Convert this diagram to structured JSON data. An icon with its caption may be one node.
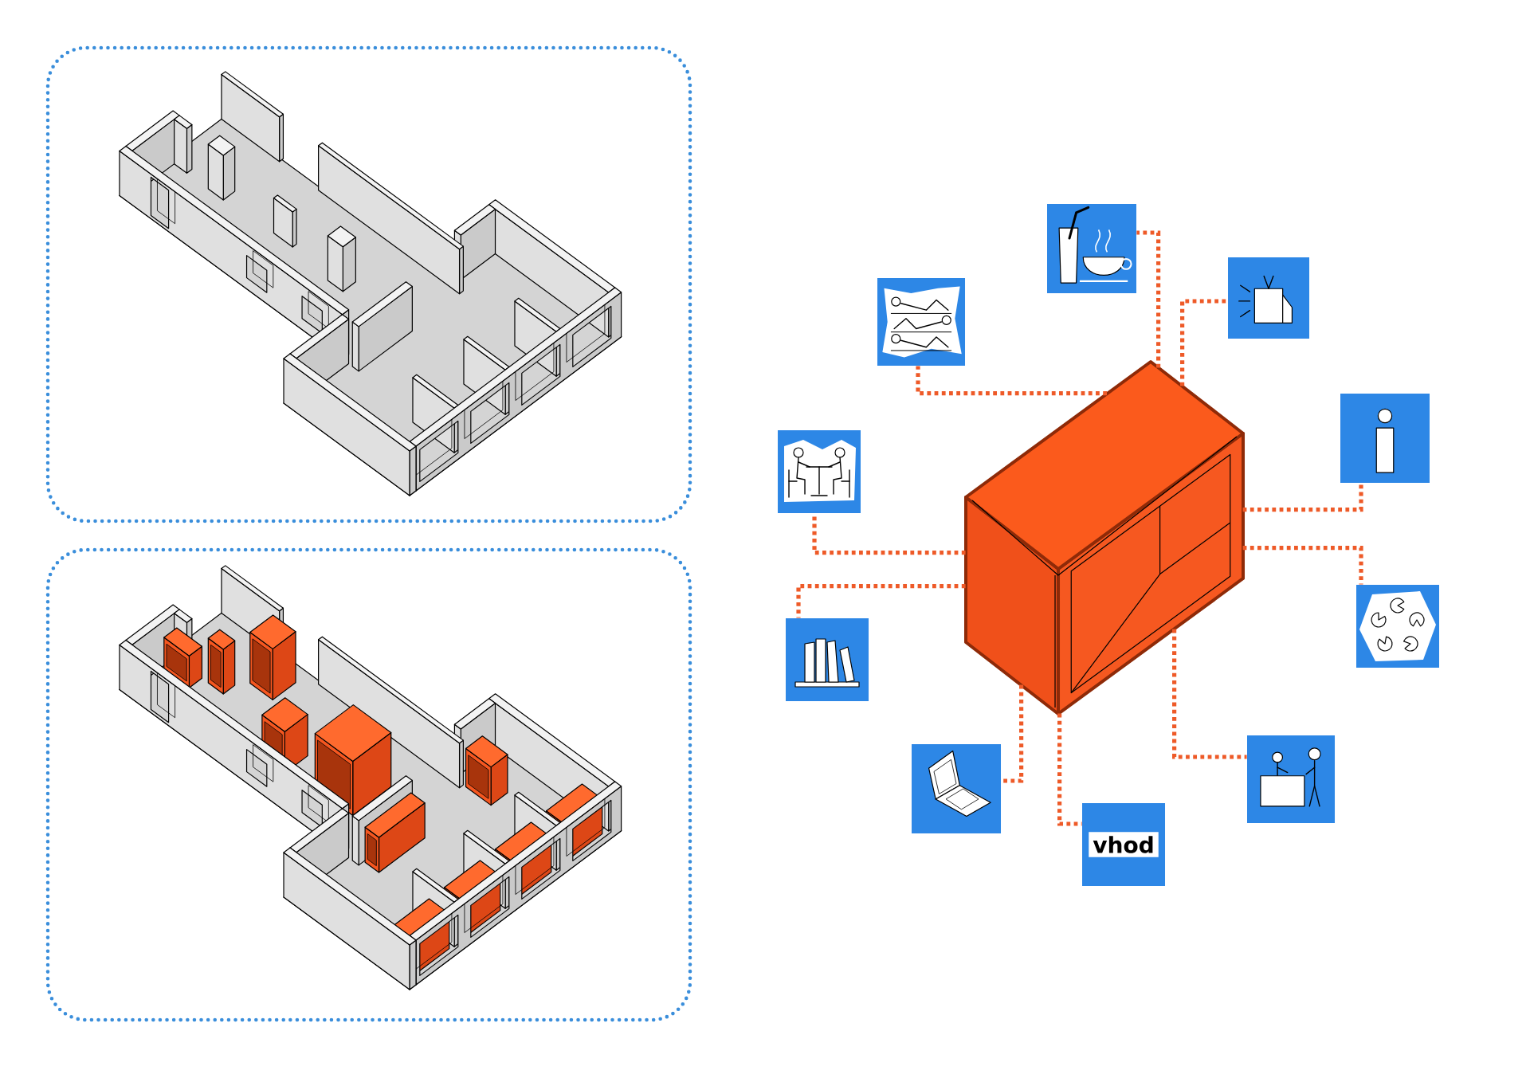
{
  "diagram": {
    "nodes": [
      {
        "text": [],
        "shape": "picture"
      },
      {
        "text": [],
        "shape": "picture"
      },
      {
        "text": [],
        "shape": "picture"
      },
      {
        "text": [],
        "shape": "picture"
      },
      {
        "text": [],
        "shape": "box"
      },
      {
        "text": [],
        "shape": "picture"
      },
      {
        "text": [],
        "shape": "picture"
      },
      {
        "text": [],
        "shape": "picture"
      },
      {
        "text": [],
        "shape": "picture"
      },
      {
        "text": [
          "vhod"
        ]
      },
      {
        "text": [],
        "shape": "picture"
      }
    ],
    "edges": [
      {
        "from": 4,
        "to": 0,
        "arrow": "none"
      },
      {
        "from": 4,
        "to": 1,
        "arrow": "none"
      },
      {
        "from": 4,
        "to": 2,
        "arrow": "none"
      },
      {
        "from": 4,
        "to": 3,
        "arrow": "none"
      },
      {
        "from": 4,
        "to": 5,
        "arrow": "none"
      },
      {
        "from": 4,
        "to": 6,
        "arrow": "none"
      },
      {
        "from": 4,
        "to": 7,
        "arrow": "none"
      },
      {
        "from": 4,
        "to": 8,
        "arrow": "none"
      },
      {
        "from": 4,
        "to": 9,
        "arrow": "none"
      },
      {
        "from": 4,
        "to": 10,
        "arrow": "none"
      }
    ]
  }
}
